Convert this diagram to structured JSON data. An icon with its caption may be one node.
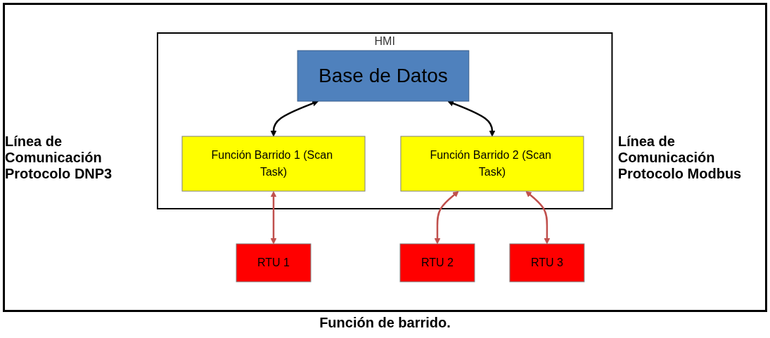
{
  "diagram": {
    "caption": "Función de barrido.",
    "nodes": [
      {
        "text": [
          "HMI"
        ]
      },
      {
        "text": [
          "Base de Datos"
        ],
        "in": 0
      },
      {
        "text": [
          "Función Barrido 1 (Scan Task)"
        ],
        "in": 0
      },
      {
        "text": [
          "Función Barrido 2 (Scan Task)"
        ],
        "in": 0
      },
      {
        "text": [
          "RTU 1"
        ]
      },
      {
        "text": [
          "RTU 2"
        ]
      },
      {
        "text": [
          "RTU 3"
        ]
      }
    ],
    "edges": [
      {
        "from": 1,
        "to": 2,
        "arrow": "both",
        "color": "#000000"
      },
      {
        "from": 1,
        "to": 3,
        "arrow": "both",
        "color": "#000000"
      },
      {
        "from": 2,
        "to": 4,
        "arrow": "both"
      },
      {
        "from": 3,
        "to": 5,
        "arrow": "both"
      },
      {
        "from": 3,
        "to": 6,
        "arrow": "both"
      }
    ],
    "labels": [
      "Línea de Comunicación Protocolo DNP3",
      "Línea de Comunicación Protocolo Modbus"
    ]
  }
}
